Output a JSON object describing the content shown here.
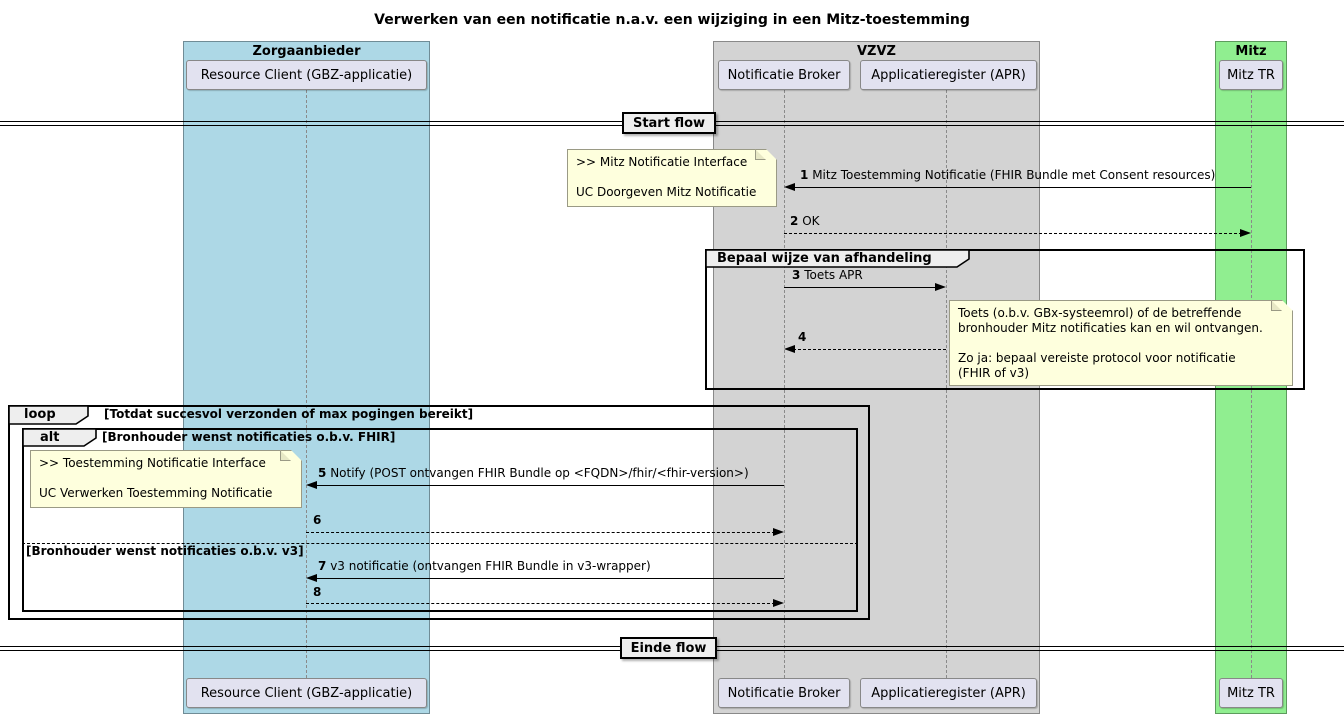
{
  "title": "Verwerken van een notificatie n.a.v. een wijziging in een Mitz-toestemming",
  "lanes": {
    "zorgaanbieder": {
      "label": "Zorgaanbieder",
      "color": "#ADD8E6"
    },
    "vzvz": {
      "label": "VZVZ",
      "color": "#D3D3D3"
    },
    "mitz": {
      "label": "Mitz",
      "color": "#90EE90"
    }
  },
  "participants": {
    "resource_client": "Resource Client (GBZ-applicatie)",
    "notificatie_broker": "Notificatie Broker",
    "applicatieregister": "Applicatieregister (APR)",
    "mitz_tr": "Mitz TR"
  },
  "dividers": {
    "start": "Start flow",
    "einde": "Einde flow"
  },
  "groups": {
    "bepaal": {
      "label": "Bepaal wijze van afhandeling"
    },
    "loop": {
      "keyword": "loop",
      "condition": "[Totdat succesvol verzonden of max pogingen bereikt]"
    },
    "alt": {
      "keyword": "alt",
      "condition": "[Bronhouder wenst notificaties o.b.v. FHIR]",
      "else_condition": "[Bronhouder wenst notificaties o.b.v. v3]"
    }
  },
  "notes": {
    "mitz_notificatie": {
      "lines": [
        ">> Mitz Notificatie Interface",
        "UC Doorgeven Mitz Notificatie"
      ]
    },
    "toets_apr": {
      "lines": [
        "Toets (o.b.v. GBx-systeemrol) of de betreffende",
        "bronhouder Mitz notificaties kan en wil ontvangen.",
        "",
        "Zo ja: bepaal vereiste protocol voor notificatie",
        "(FHIR of v3)"
      ]
    },
    "toestemming_notificatie": {
      "lines": [
        ">> Toestemming Notificatie Interface",
        "UC Verwerken Toestemming Notificatie"
      ]
    }
  },
  "messages": {
    "m1": {
      "num": "1",
      "text": "Mitz Toestemming Notificatie (FHIR Bundle met Consent resources)"
    },
    "m2": {
      "num": "2",
      "text": "OK"
    },
    "m3": {
      "num": "3",
      "text": "Toets APR"
    },
    "m4": {
      "num": "4",
      "text": ""
    },
    "m5": {
      "num": "5",
      "text": "Notify (POST ontvangen FHIR Bundle op <FQDN>/fhir/<fhir-version>)"
    },
    "m6": {
      "num": "6",
      "text": ""
    },
    "m7": {
      "num": "7",
      "text": "v3 notificatie (ontvangen FHIR Bundle in v3-wrapper)"
    },
    "m8": {
      "num": "8",
      "text": ""
    }
  }
}
